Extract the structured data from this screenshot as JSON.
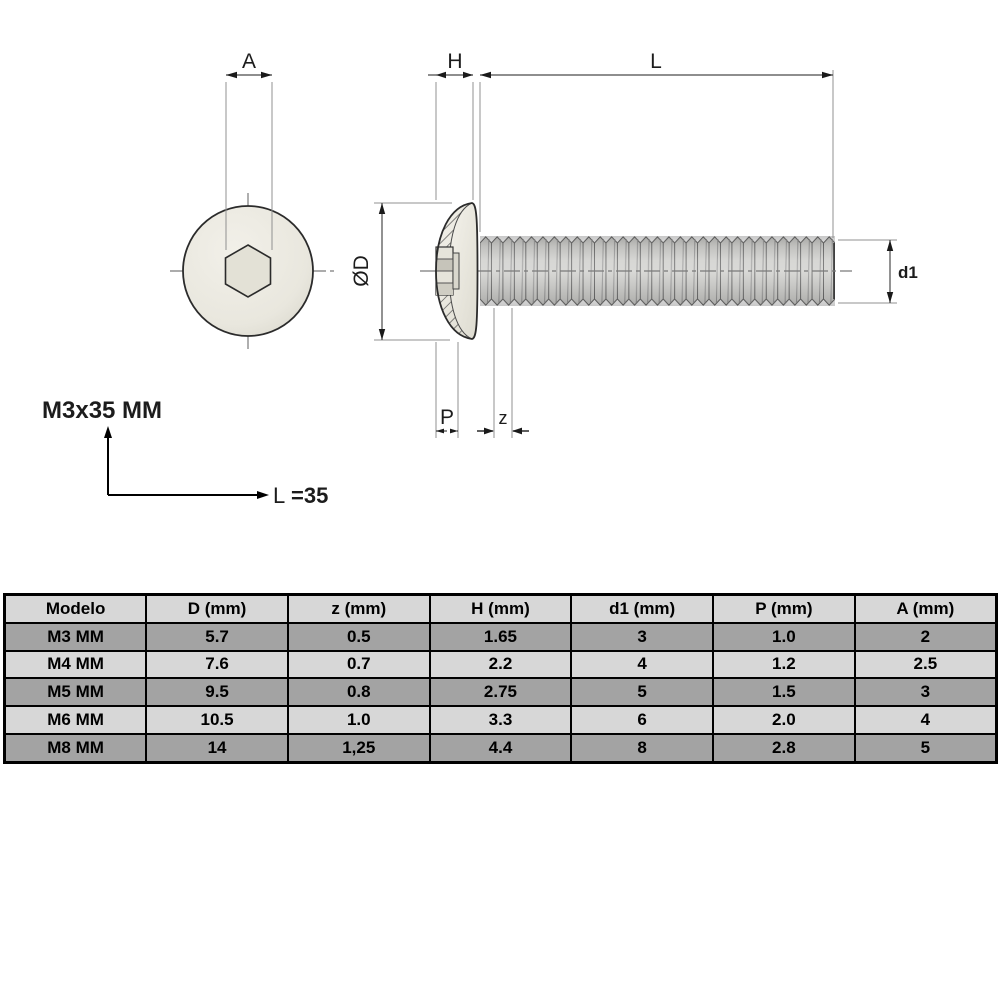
{
  "drawing": {
    "title_callout": {
      "model": "M3x35 MM",
      "length_prefix": "L",
      "length_value": "=35"
    },
    "labels": {
      "A": "A",
      "H": "H",
      "L": "L",
      "OD": "ØD",
      "d1": "d1",
      "P": "P",
      "z": "z"
    }
  },
  "table": {
    "headers": [
      "Modelo",
      "D (mm)",
      "z (mm)",
      "H (mm)",
      "d1 (mm)",
      "P (mm)",
      "A (mm)"
    ],
    "rows": [
      [
        "M3 MM",
        "5.7",
        "0.5",
        "1.65",
        "3",
        "1.0",
        "2"
      ],
      [
        "M4 MM",
        "7.6",
        "0.7",
        "2.2",
        "4",
        "1.2",
        "2.5"
      ],
      [
        "M5 MM",
        "9.5",
        "0.8",
        "2.75",
        "5",
        "1.5",
        "3"
      ],
      [
        "M6 MM",
        "10.5",
        "1.0",
        "3.3",
        "6",
        "2.0",
        "4"
      ],
      [
        "M8 MM",
        "14",
        "1,25",
        "4.4",
        "8",
        "2.8",
        "5"
      ]
    ]
  },
  "colors": {
    "row_dark": "#a3a3a3",
    "row_light": "#d7d7d7",
    "table_border": "#000000",
    "metal_ivory": "#e9e7de",
    "thread_gray": "#c9c9c5",
    "line_dark": "#2b2b2b",
    "dim_line": "#4a4a4a",
    "ext_line": "#909090"
  }
}
